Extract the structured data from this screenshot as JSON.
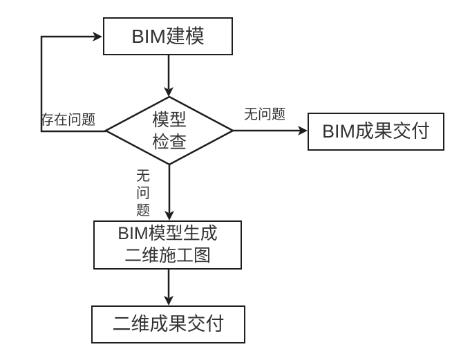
{
  "diagram": {
    "title": "BIM workflow flowchart",
    "background_color": "#ffffff",
    "line_color": "#1e1e1e",
    "text_color": "#333333",
    "nodes": {
      "bim_modeling": "BIM建模",
      "model_check": "模型\n检查",
      "bim_delivery": "BIM成果交付",
      "generate_2d_drawings": "BIM模型生成\n二维施工图",
      "delivery_2d": "二维成果交付"
    },
    "edge_labels": {
      "problem_exists": "存在问题",
      "no_problem_right": "无问题",
      "no_problem_down": "无\n问\n题"
    }
  }
}
